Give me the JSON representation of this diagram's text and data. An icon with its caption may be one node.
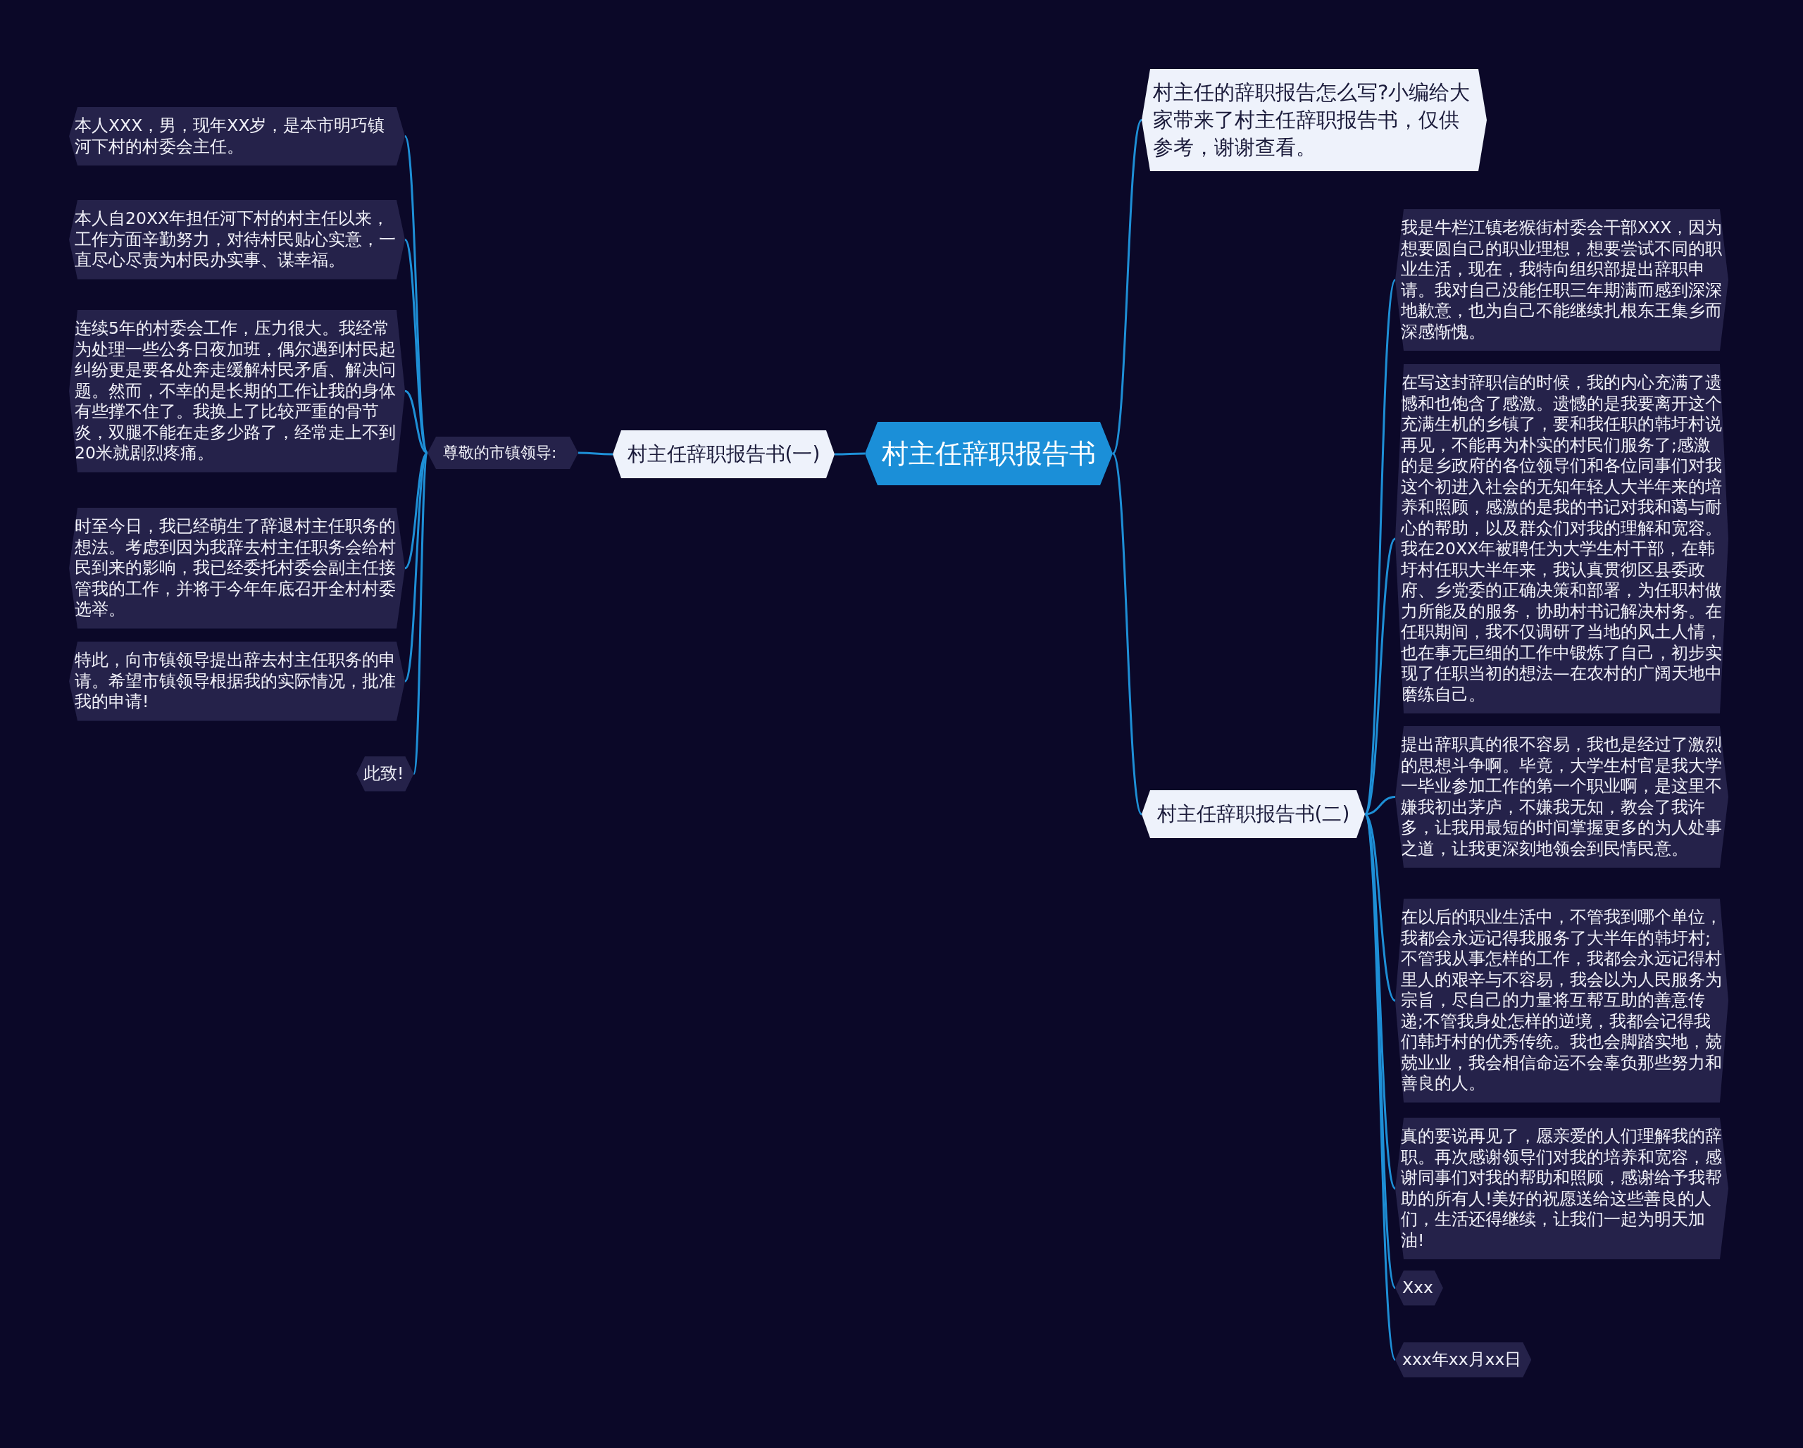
{
  "diagram": {
    "nodes": [
      {
        "text": [
          "村主任辞职报告书"
        ]
      },
      {
        "text": [
          "村主任辞职报告书(一)"
        ]
      },
      {
        "text": [
          "尊敬的市镇领导:"
        ]
      },
      {
        "text": [
          "本人XXX，男，现年XX岁，是本市明巧镇河下村的村委会主任。"
        ]
      },
      {
        "text": [
          "本人自20XX年担任河下村的村主任以来，工作方面辛勤努力，对待村民贴心实意，一直尽心尽责为村民办实事、谋幸福。"
        ]
      },
      {
        "text": [
          "连续5年的村委会工作，压力很大。我经常为处理一些公务日夜加班，偶尔遇到村民起纠纷更是要各处奔走缓解村民矛盾、解决问题。然而，不幸的是长期的工作让我的身体有些撑不住了。我换上了比较严重的骨节炎，双腿不能在走多少路了，经常走上不到20米就剧烈疼痛。"
        ]
      },
      {
        "text": [
          "时至今日，我已经萌生了辞退村主任职务的想法。考虑到因为我辞去村主任职务会给村民到来的影响，我已经委托村委会副主任接管我的工作，并将于今年年底召开全村村委选举。"
        ]
      },
      {
        "text": [
          "特此，向市镇领导提出辞去村主任职务的申请。希望市镇领导根据我的实际情况，批准我的申请!"
        ]
      },
      {
        "text": [
          "此致!"
        ]
      },
      {
        "text": [
          "村主任的辞职报告怎么写?小编给大家带来了村主任辞职报告书，仅供参考，谢谢查看。"
        ]
      },
      {
        "text": [
          "村主任辞职报告书(二)"
        ]
      },
      {
        "text": [
          "我是牛栏江镇老猴街村委会干部XXX，因为想要圆自己的职业理想，想要尝试不同的职业生活，现在，我特向组织部提出辞职申请。我对自己没能任职三年期满而感到深深地歉意，也为自己不能继续扎根东王集乡而深感惭愧。"
        ]
      },
      {
        "text": [
          "在写这封辞职信的时候，我的内心充满了遗憾和也饱含了感激。遗憾的是我要离开这个充满生机的乡镇了，要和我任职的韩圩村说再见，不能再为朴实的村民们服务了;感激的是乡政府的各位领导们和各位同事们对我这个初进入社会的无知年轻人大半年来的培养和照顾，感激的是我的书记对我和蔼与耐心的帮助，以及群众们对我的理解和宽容。我在20XX年被聘任为大学生村干部，在韩圩村任职大半年来，我认真贯彻区县委政府、乡党委的正确决策和部署，为任职村做力所能及的服务，协助村书记解决村务。在任职期间，我不仅调研了当地的风土人情，也在事无巨细的工作中锻炼了自己，初步实现了任职当初的想法—在农村的广阔天地中磨练自己。"
        ]
      },
      {
        "text": [
          "提出辞职真的很不容易，我也是经过了激烈的思想斗争啊。毕竟，大学生村官是我大学一毕业参加工作的第一个职业啊，是这里不嫌我初出茅庐，不嫌我无知，教会了我许多，让我用最短的时间掌握更多的为人处事之道，让我更深刻地领会到民情民意。"
        ]
      },
      {
        "text": [
          "在以后的职业生活中，不管我到哪个单位，我都会永远记得我服务了大半年的韩圩村;不管我从事怎样的工作，我都会永远记得村里人的艰辛与不容易，我会以为人民服务为宗旨，尽自己的力量将互帮互助的善意传递;不管我身处怎样的逆境，我都会记得我们韩圩村的优秀传统。我也会脚踏实地，兢兢业业，我会相信命运不会辜负那些努力和善良的人。"
        ]
      },
      {
        "text": [
          "真的要说再见了，愿亲爱的人们理解我的辞职。再次感谢领导们对我的培养和宽容，感谢同事们对我的帮助和照顾，感谢给予我帮助的所有人!美好的祝愿送给这些善良的人们，生活还得继续，让我们一起为明天加油!"
        ]
      },
      {
        "text": [
          "Xxx"
        ]
      },
      {
        "text": [
          "xxx年xx月xx日"
        ]
      }
    ],
    "edges": [
      {
        "from": 0,
        "to": 1,
        "arrow": "none"
      },
      {
        "from": 1,
        "to": 2,
        "arrow": "none"
      },
      {
        "from": 2,
        "to": 3,
        "arrow": "none"
      },
      {
        "from": 2,
        "to": 4,
        "arrow": "none"
      },
      {
        "from": 2,
        "to": 5,
        "arrow": "none"
      },
      {
        "from": 2,
        "to": 6,
        "arrow": "none"
      },
      {
        "from": 2,
        "to": 7,
        "arrow": "none"
      },
      {
        "from": 2,
        "to": 8,
        "arrow": "none"
      },
      {
        "from": 0,
        "to": 9,
        "arrow": "none"
      },
      {
        "from": 0,
        "to": 10,
        "arrow": "none"
      },
      {
        "from": 10,
        "to": 11,
        "arrow": "none"
      },
      {
        "from": 10,
        "to": 12,
        "arrow": "none"
      },
      {
        "from": 10,
        "to": 13,
        "arrow": "none"
      },
      {
        "from": 10,
        "to": 14,
        "arrow": "none"
      },
      {
        "from": 10,
        "to": 15,
        "arrow": "none"
      },
      {
        "from": 10,
        "to": 16,
        "arrow": "none"
      },
      {
        "from": 10,
        "to": 17,
        "arrow": "none"
      }
    ]
  }
}
